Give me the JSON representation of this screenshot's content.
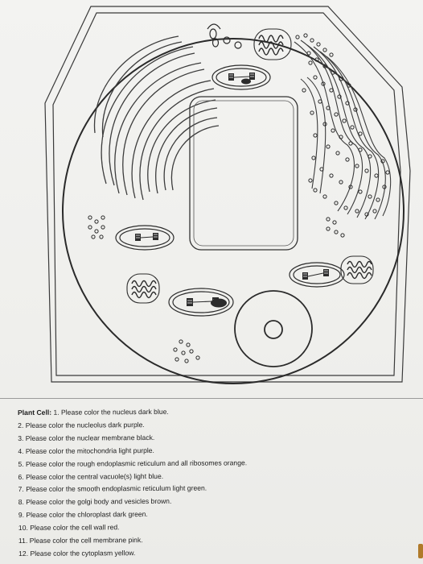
{
  "diagram": {
    "title": "Plant Cell",
    "organelles": [
      "cell-wall",
      "cell-membrane",
      "cytoplasm",
      "central-vacuole",
      "nucleus",
      "nucleolus",
      "rough-endoplasmic-reticulum",
      "smooth-endoplasmic-reticulum",
      "golgi-body",
      "vesicles",
      "mitochondria",
      "chloroplasts",
      "ribosomes"
    ]
  },
  "instructions": {
    "heading": "Plant Cell:",
    "first": "1. Please color the nucleus dark blue.",
    "items": [
      "2. Please color the nucleolus dark purple.",
      "3. Please color the nuclear membrane black.",
      "4. Please color the mitochondria light purple.",
      "5. Please color the rough endoplasmic reticulum and all ribosomes orange.",
      "6. Please color the central vacuole(s) light blue.",
      "7. Please color the smooth endoplasmic reticulum light green.",
      "8. Please color the golgi body and vesicles brown.",
      "9. Please color the chloroplast dark green.",
      "10. Please color the cell wall red.",
      "11. Please color the cell membrane pink.",
      "12. Please color the cytoplasm yellow."
    ]
  }
}
